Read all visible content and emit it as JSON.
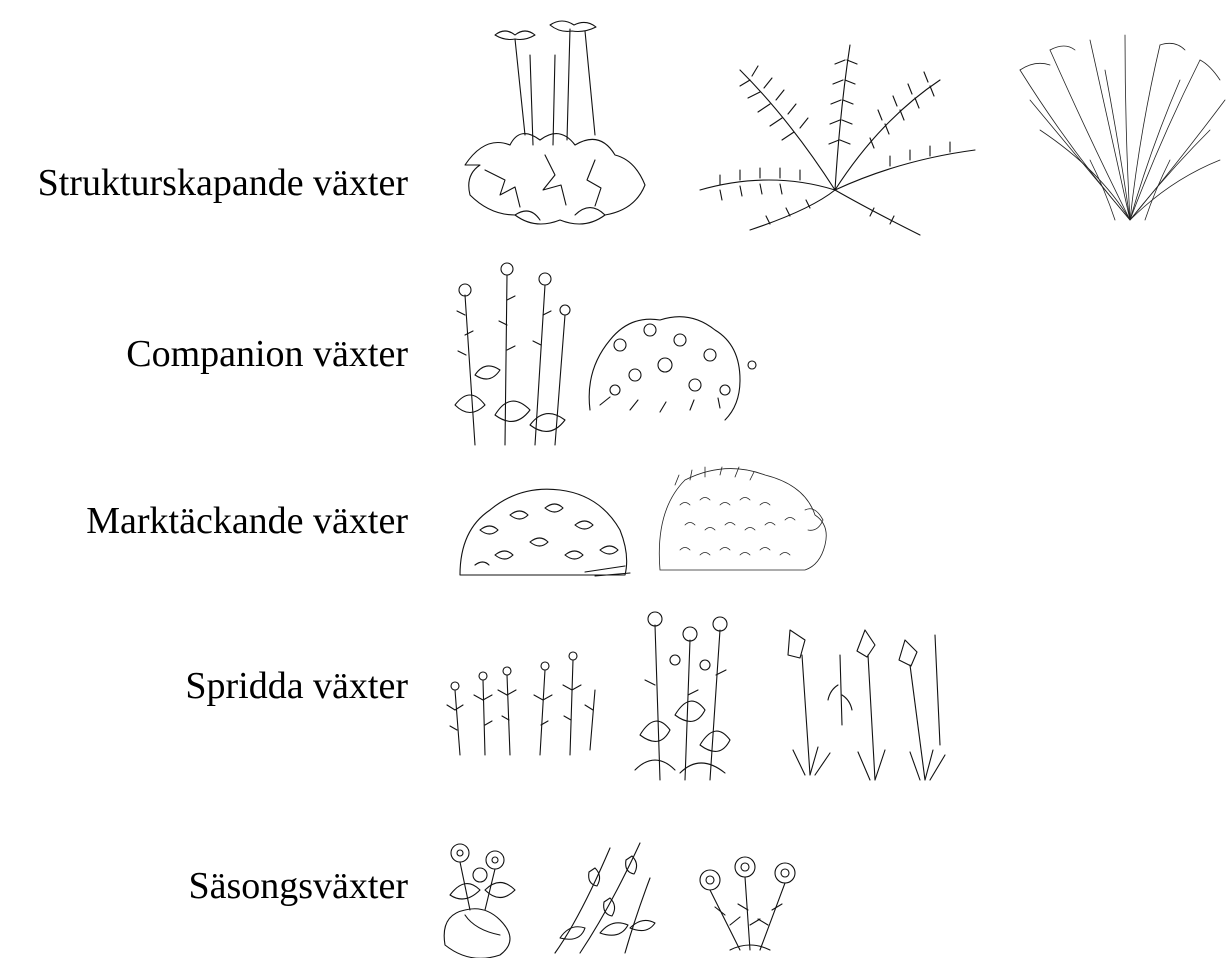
{
  "rows": [
    {
      "label": "Strukturskapande växter",
      "plants": [
        "umbellifer-broadleaf-sketch",
        "fern-sketch",
        "ornamental-grass-sketch"
      ]
    },
    {
      "label": "Companion växter",
      "plants": [
        "tall-flower-spike-sketch",
        "cushion-flower-sketch"
      ]
    },
    {
      "label": "Marktäckande växter",
      "plants": [
        "groundcover-mound-sketch",
        "groundcover-dense-sketch"
      ]
    },
    {
      "label": "Spridda växter",
      "plants": [
        "scattered-stems-sketch",
        "tall-daisy-sketch",
        "bellflower-sketch"
      ]
    },
    {
      "label": "Säsongsväxter",
      "plants": [
        "flower-with-bulb-leaf-sketch",
        "hanging-bell-sketch",
        "aster-clump-sketch"
      ]
    }
  ]
}
